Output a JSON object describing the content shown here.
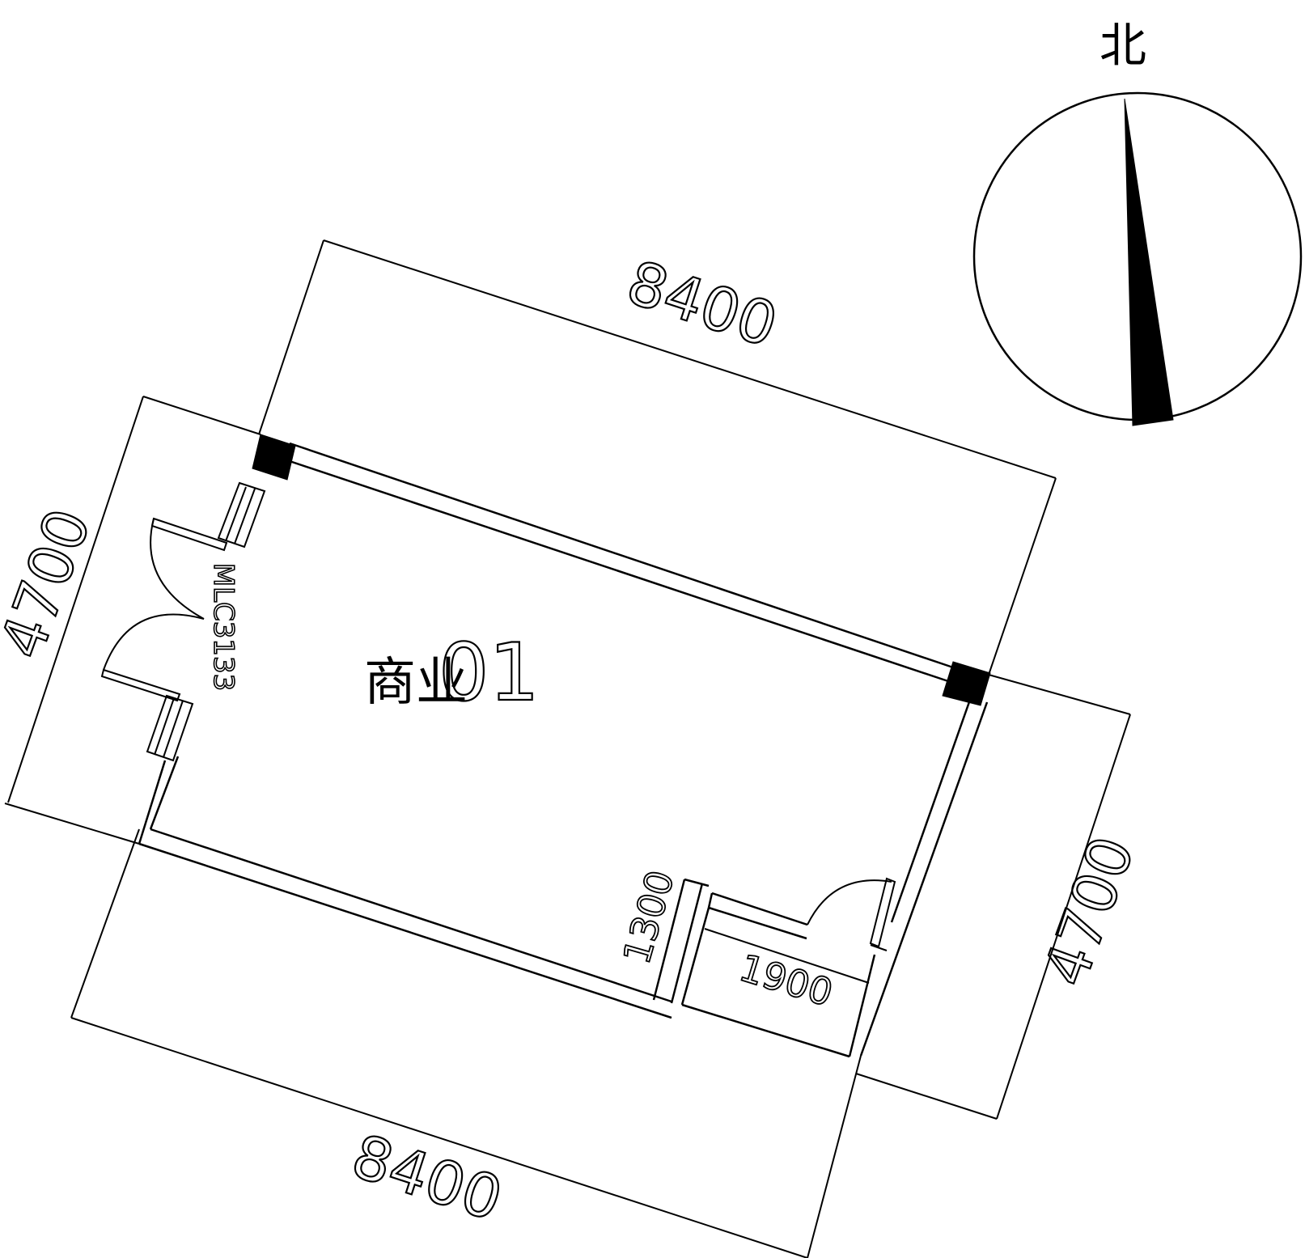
{
  "plan": {
    "room_label": "商业",
    "room_number": "01",
    "door_tag": "MLC3133",
    "dimensions": {
      "top_length": "8400",
      "bottom_length": "8400",
      "left_width": "4700",
      "right_width": "4700",
      "closet_depth": "1300",
      "closet_width": "1900"
    },
    "north_label": "北"
  }
}
